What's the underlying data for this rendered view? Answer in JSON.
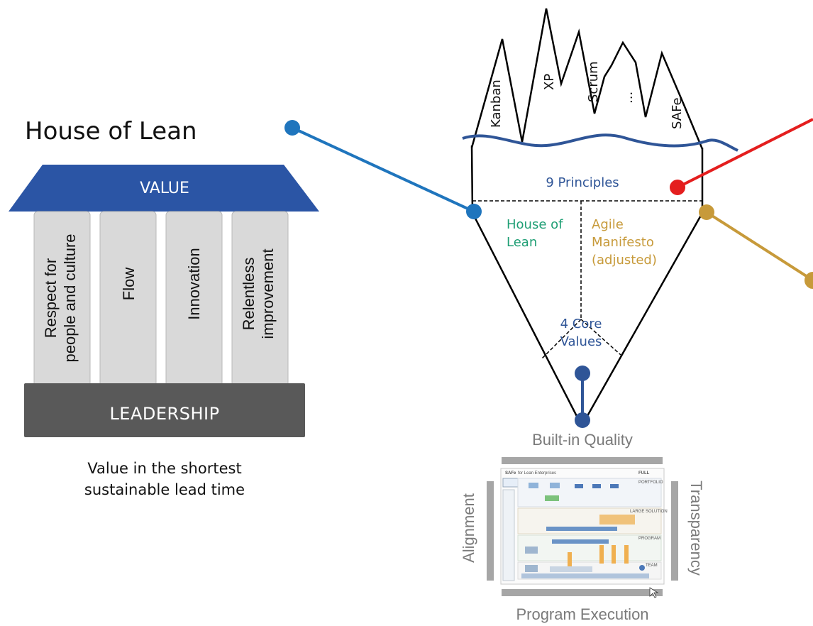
{
  "colors": {
    "blue_line": "#1f75bd",
    "dark_blue": "#2f5597",
    "red": "#e41e1e",
    "gold": "#c79a3a",
    "green_text": "#1e9e74",
    "roof": "#2b55a5",
    "pillar": "#d9d9d9",
    "base": "#595959",
    "gray_bar": "#a6a6a6"
  },
  "house": {
    "title": "House of Lean",
    "roof_label": "VALUE",
    "pillars": [
      {
        "line1": "Respect for",
        "line2": "people and culture"
      },
      {
        "line1": "Flow",
        "line2": ""
      },
      {
        "line1": "Innovation",
        "line2": ""
      },
      {
        "line1": "Relentless",
        "line2": "improvement"
      }
    ],
    "base_label": "LEADERSHIP",
    "caption_line1": "Value in the shortest",
    "caption_line2": "sustainable lead time"
  },
  "iceberg": {
    "peaks": [
      "Kanban",
      "XP",
      "Scrum",
      "...",
      "SAFe"
    ],
    "principles": "9 Principles",
    "house_of_lean": {
      "line1": "House of",
      "line2": "Lean"
    },
    "agile_manifesto": {
      "line1": "Agile",
      "line2": "Manifesto",
      "line3": "(adjusted)"
    },
    "core_values": {
      "line1": "4 Core",
      "line2": "Values"
    }
  },
  "core_values_frame": {
    "top": "Built-in Quality",
    "left": "Alignment",
    "right": "Transparency",
    "bottom": "Program Execution",
    "big_picture": {
      "title": "SAFe",
      "subtitle": "for Lean Enterprises",
      "config": "FULL",
      "levels": [
        "PORTFOLIO",
        "LARGE SOLUTION",
        "PROGRAM",
        "TEAM"
      ]
    }
  }
}
